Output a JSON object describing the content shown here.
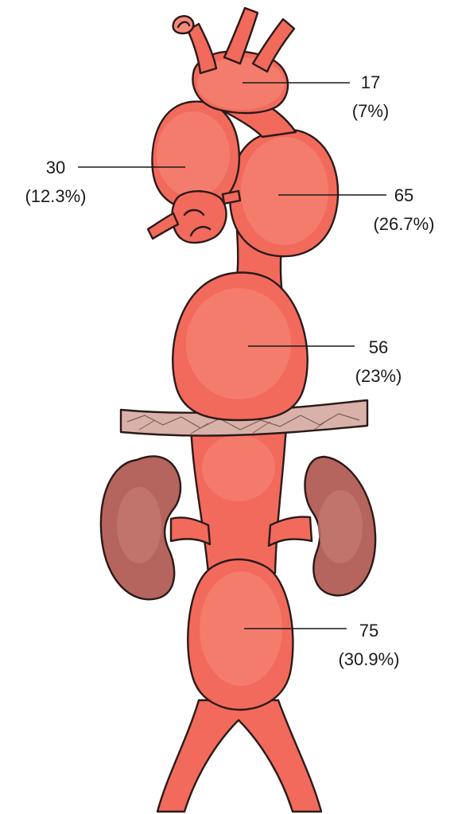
{
  "colors": {
    "aorta_fill": "#f26a5c",
    "aneurysm_highlight": "#f58a7c",
    "kidney_fill": "#b5655d",
    "kidney_highlight": "#c47a70",
    "diaphragm_fill": "#d8b1a9",
    "outline": "#2a1a18",
    "text": "#1a1a1a"
  },
  "labels": [
    {
      "id": "arch-top",
      "count": "17",
      "percent": "(7%)"
    },
    {
      "id": "ascending",
      "count": "30",
      "percent": "(12.3%)"
    },
    {
      "id": "descending-thoracic",
      "count": "65",
      "percent": "(26.7%)"
    },
    {
      "id": "thoracoabdominal",
      "count": "56",
      "percent": "(23%)"
    },
    {
      "id": "infrarenal-abdominal",
      "count": "75",
      "percent": "(30.9%)"
    }
  ]
}
